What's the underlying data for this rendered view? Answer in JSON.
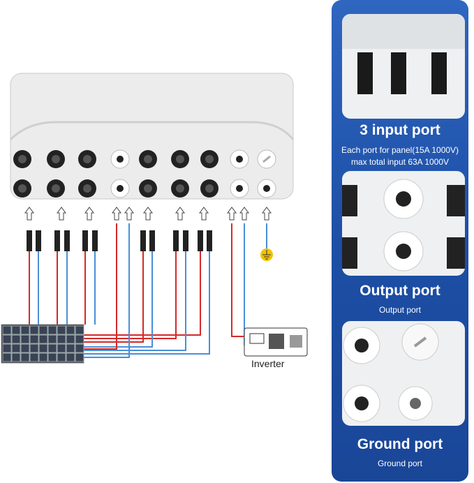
{
  "diagram": {
    "inverter_label": "Inverter"
  },
  "panel": {
    "input": {
      "title": "3 input port",
      "line1": "Each port for panel(15A 1000V)",
      "line2": "max total input 63A 1000V"
    },
    "output": {
      "title": "Output port",
      "subtitle": "Output port"
    },
    "ground": {
      "title": "Ground port",
      "subtitle": "Ground port"
    }
  },
  "colors": {
    "panel_blue": "#2a5db0",
    "wire_red": "#d42a2a",
    "wire_blue": "#4a8fd6"
  }
}
